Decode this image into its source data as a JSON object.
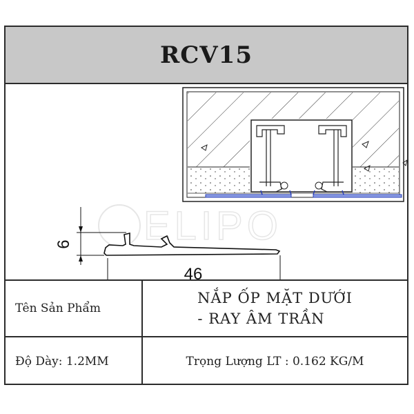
{
  "header": {
    "title": "RCV15"
  },
  "drawing": {
    "dim_height": "6",
    "dim_width": "46",
    "watermark": "ELIPO"
  },
  "spec": {
    "product_label": "Tên Sản Phẩm",
    "product_name_line1": "NẮP ỐP MẶT DƯỚI",
    "product_name_line2": "- RAY ÂM TRẦN",
    "thickness_label": "Độ Dày:  1.2MM",
    "weight_label": "Trọng Lượng LT : 0.162 KG/M"
  }
}
